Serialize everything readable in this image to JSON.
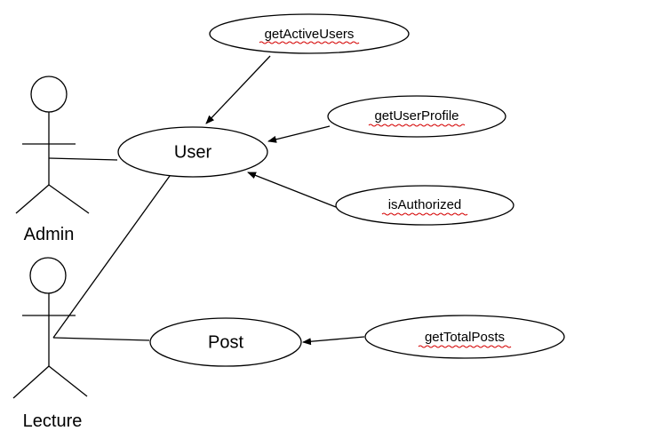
{
  "actors": {
    "admin": {
      "label": "Admin"
    },
    "lecture": {
      "label": "Lecture"
    }
  },
  "use_cases": {
    "user": {
      "label": "User"
    },
    "post": {
      "label": "Post"
    },
    "get_active_users": {
      "label": "getActiveUsers"
    },
    "get_user_profile": {
      "label": "getUserProfile"
    },
    "is_authorized": {
      "label": "isAuthorized"
    },
    "get_total_posts": {
      "label": "getTotalPosts"
    }
  },
  "colors": {
    "line": "#000000",
    "background": "#ffffff",
    "spellcheck_underline": "#d40000"
  }
}
